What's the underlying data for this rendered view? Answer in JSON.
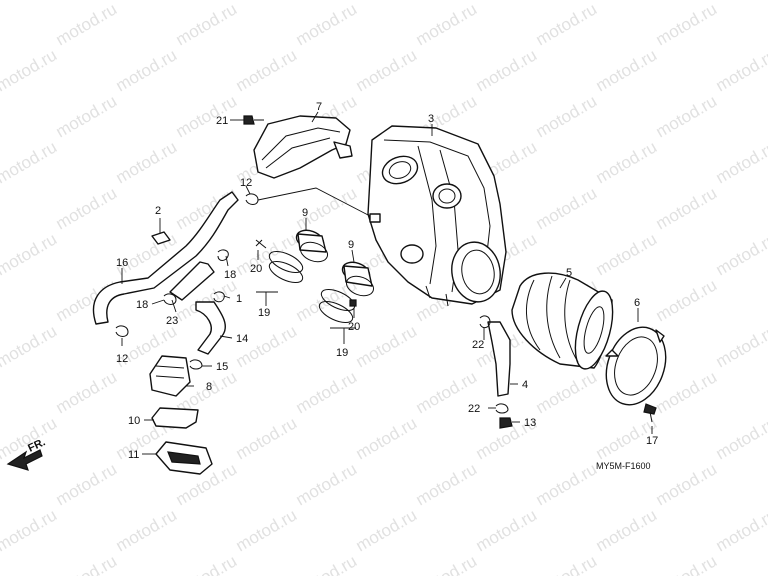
{
  "diagram": {
    "watermark_text": "motod.ru",
    "front_marker": "FR.",
    "figure_code": "MY5M-F1600",
    "callouts": [
      {
        "id": "label-1",
        "text": "1"
      },
      {
        "id": "label-2",
        "text": "2"
      },
      {
        "id": "label-3",
        "text": "3"
      },
      {
        "id": "label-4",
        "text": "4"
      },
      {
        "id": "label-5",
        "text": "5"
      },
      {
        "id": "label-6",
        "text": "6"
      },
      {
        "id": "label-7",
        "text": "7"
      },
      {
        "id": "label-8",
        "text": "8"
      },
      {
        "id": "label-9a",
        "text": "9"
      },
      {
        "id": "label-9b",
        "text": "9"
      },
      {
        "id": "label-10",
        "text": "10"
      },
      {
        "id": "label-11",
        "text": "11"
      },
      {
        "id": "label-12a",
        "text": "12"
      },
      {
        "id": "label-12b",
        "text": "12"
      },
      {
        "id": "label-13",
        "text": "13"
      },
      {
        "id": "label-14",
        "text": "14"
      },
      {
        "id": "label-15",
        "text": "15"
      },
      {
        "id": "label-16",
        "text": "16"
      },
      {
        "id": "label-17",
        "text": "17"
      },
      {
        "id": "label-18a",
        "text": "18"
      },
      {
        "id": "label-18b",
        "text": "18"
      },
      {
        "id": "label-19a",
        "text": "19"
      },
      {
        "id": "label-19b",
        "text": "19"
      },
      {
        "id": "label-20a",
        "text": "20"
      },
      {
        "id": "label-20b",
        "text": "20"
      },
      {
        "id": "label-21",
        "text": "21"
      },
      {
        "id": "label-22a",
        "text": "22"
      },
      {
        "id": "label-22b",
        "text": "22"
      },
      {
        "id": "label-23",
        "text": "23"
      }
    ]
  }
}
